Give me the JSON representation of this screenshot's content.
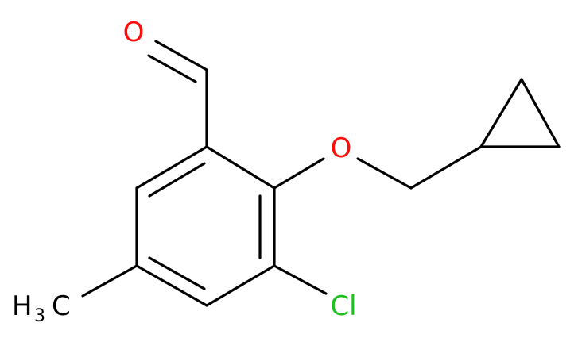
{
  "molecule": {
    "colors": {
      "bond": "#000000",
      "oxygen": "#ff0d0d",
      "chlorine": "#1fbf1f",
      "carbon_label": "#000000"
    },
    "labels": {
      "carbonyl_oxygen": "O",
      "ether_oxygen": "O",
      "chlorine": "Cl",
      "methyl_h": "H",
      "methyl_subscript": "3",
      "methyl_c": "C"
    }
  }
}
